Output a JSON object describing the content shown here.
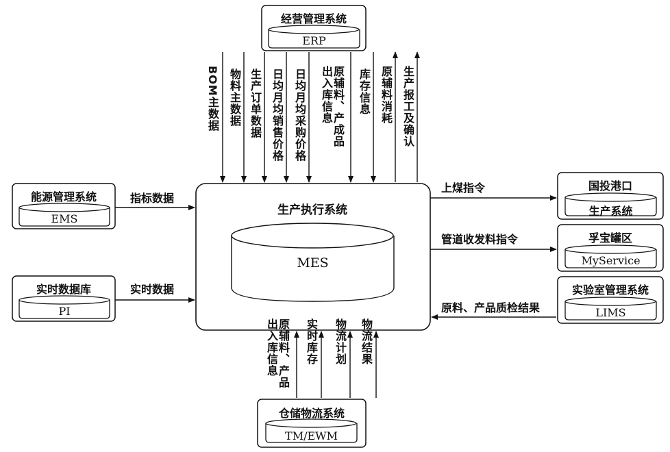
{
  "center": {
    "title": "生产执行系统",
    "db": "MES"
  },
  "systems": {
    "erp": {
      "title": "经营管理系统",
      "db": "ERP"
    },
    "ems": {
      "title": "能源管理系统",
      "db": "EMS"
    },
    "pi": {
      "title": "实时数据库",
      "db": "PI"
    },
    "port": {
      "title": "国投港口",
      "db": "生产系统"
    },
    "fubao": {
      "title": "孚宝罐区",
      "db": "MyService"
    },
    "lims": {
      "title": "实验室管理系统",
      "db": "LIMS"
    },
    "wms": {
      "title": "仓储物流系统",
      "db": "TM/EWM"
    }
  },
  "flows": {
    "ems": "指标数据",
    "pi": "实时数据",
    "port": "上煤指令",
    "fubao": "管道收发料指令",
    "lims": "原料、产品质检结果",
    "erp": [
      "BOM主数据",
      "物料主数据",
      "生产订单数据",
      "日均月均销售价格",
      "日均月均采购价格",
      "原辅料、产成品出入库信息",
      "库存信息",
      "原辅料消耗",
      "生产报工及确认"
    ],
    "wms": [
      "原辅料、产品出入库信息",
      "实时库存",
      "物流计划",
      "物流结果"
    ]
  }
}
